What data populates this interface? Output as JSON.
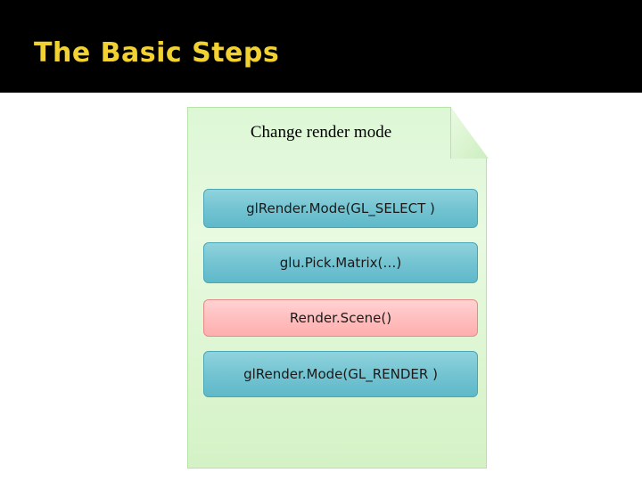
{
  "slide": {
    "title": "The Basic Steps",
    "title_color": "#f2d232",
    "background_color": "#000000",
    "content_background_color": "#ffffff"
  },
  "diagram": {
    "page_label": "Change render mode",
    "page_fill_color": "#ddf7d6",
    "steps": [
      {
        "label": "glRender.Mode(GL_SELECT )",
        "color": "teal",
        "fill": "#74c4d2"
      },
      {
        "label": "glu.Pick.Matrix(…)",
        "color": "teal",
        "fill": "#74c4d2"
      },
      {
        "label": "Render.Scene()",
        "color": "pink",
        "fill": "#ffbdbd"
      },
      {
        "label": "glRender.Mode(GL_RENDER )",
        "color": "teal",
        "fill": "#74c4d2"
      }
    ]
  }
}
